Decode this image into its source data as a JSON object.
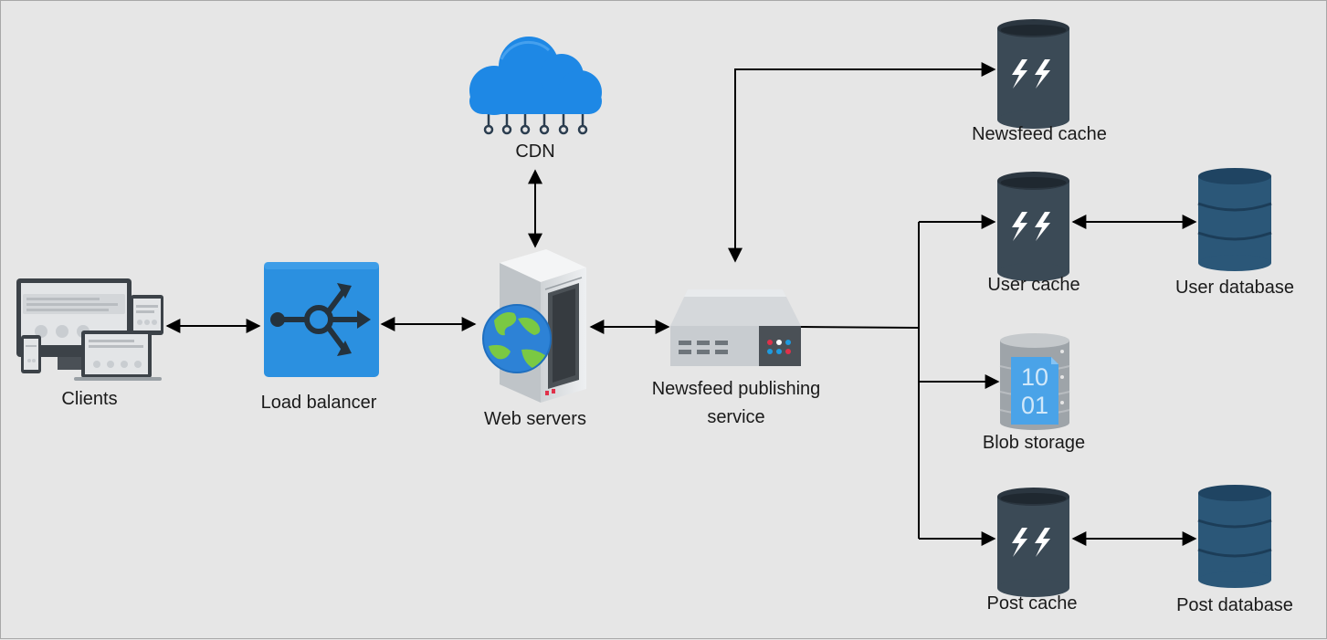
{
  "nodes": {
    "clients": {
      "label": "Clients",
      "icon": "devices-icon"
    },
    "load_balancer": {
      "label": "Load balancer",
      "icon": "load-balancer-icon"
    },
    "web_servers": {
      "label": "Web servers",
      "icon": "web-server-icon"
    },
    "cdn": {
      "label": "CDN",
      "icon": "cloud-icon"
    },
    "publishing_service": {
      "label": "Newsfeed publishing service",
      "icon": "server-rack-icon"
    },
    "newsfeed_cache": {
      "label": "Newsfeed cache",
      "icon": "cache-icon"
    },
    "user_cache": {
      "label": "User cache",
      "icon": "cache-icon"
    },
    "user_database": {
      "label": "User database",
      "icon": "database-icon"
    },
    "blob_storage": {
      "label": "Blob storage",
      "icon": "blob-storage-icon"
    },
    "post_cache": {
      "label": "Post cache",
      "icon": "cache-icon"
    },
    "post_database": {
      "label": "Post database",
      "icon": "database-icon"
    }
  },
  "colors": {
    "background": "#e6e6e6",
    "lb_blue": "#2b90e0",
    "cloud_blue": "#1e88e5",
    "cache_dark": "#3b4a56",
    "db_dark": "#2b5778",
    "edge": "#000000"
  }
}
